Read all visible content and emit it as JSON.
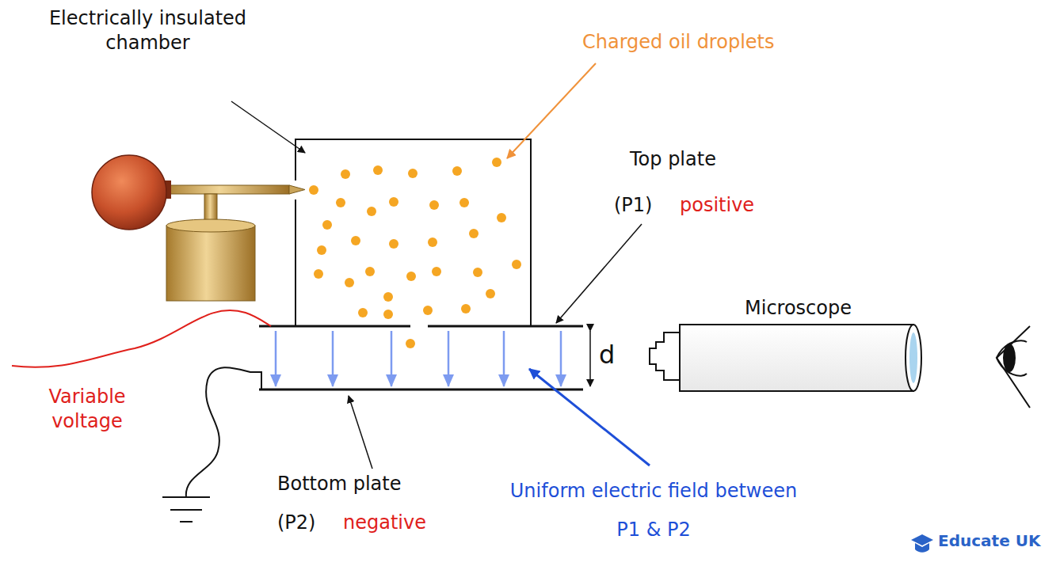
{
  "diagram": {
    "labels": [
      "Electrically insulated chamber",
      "Charged oil droplets",
      "Top plate",
      "(P1)",
      "positive",
      "Microscope",
      "d",
      "Variable voltage",
      "Bottom plate",
      "(P2)",
      "negative",
      "Uniform electric field between P1 & P2",
      "Educate UK"
    ]
  }
}
